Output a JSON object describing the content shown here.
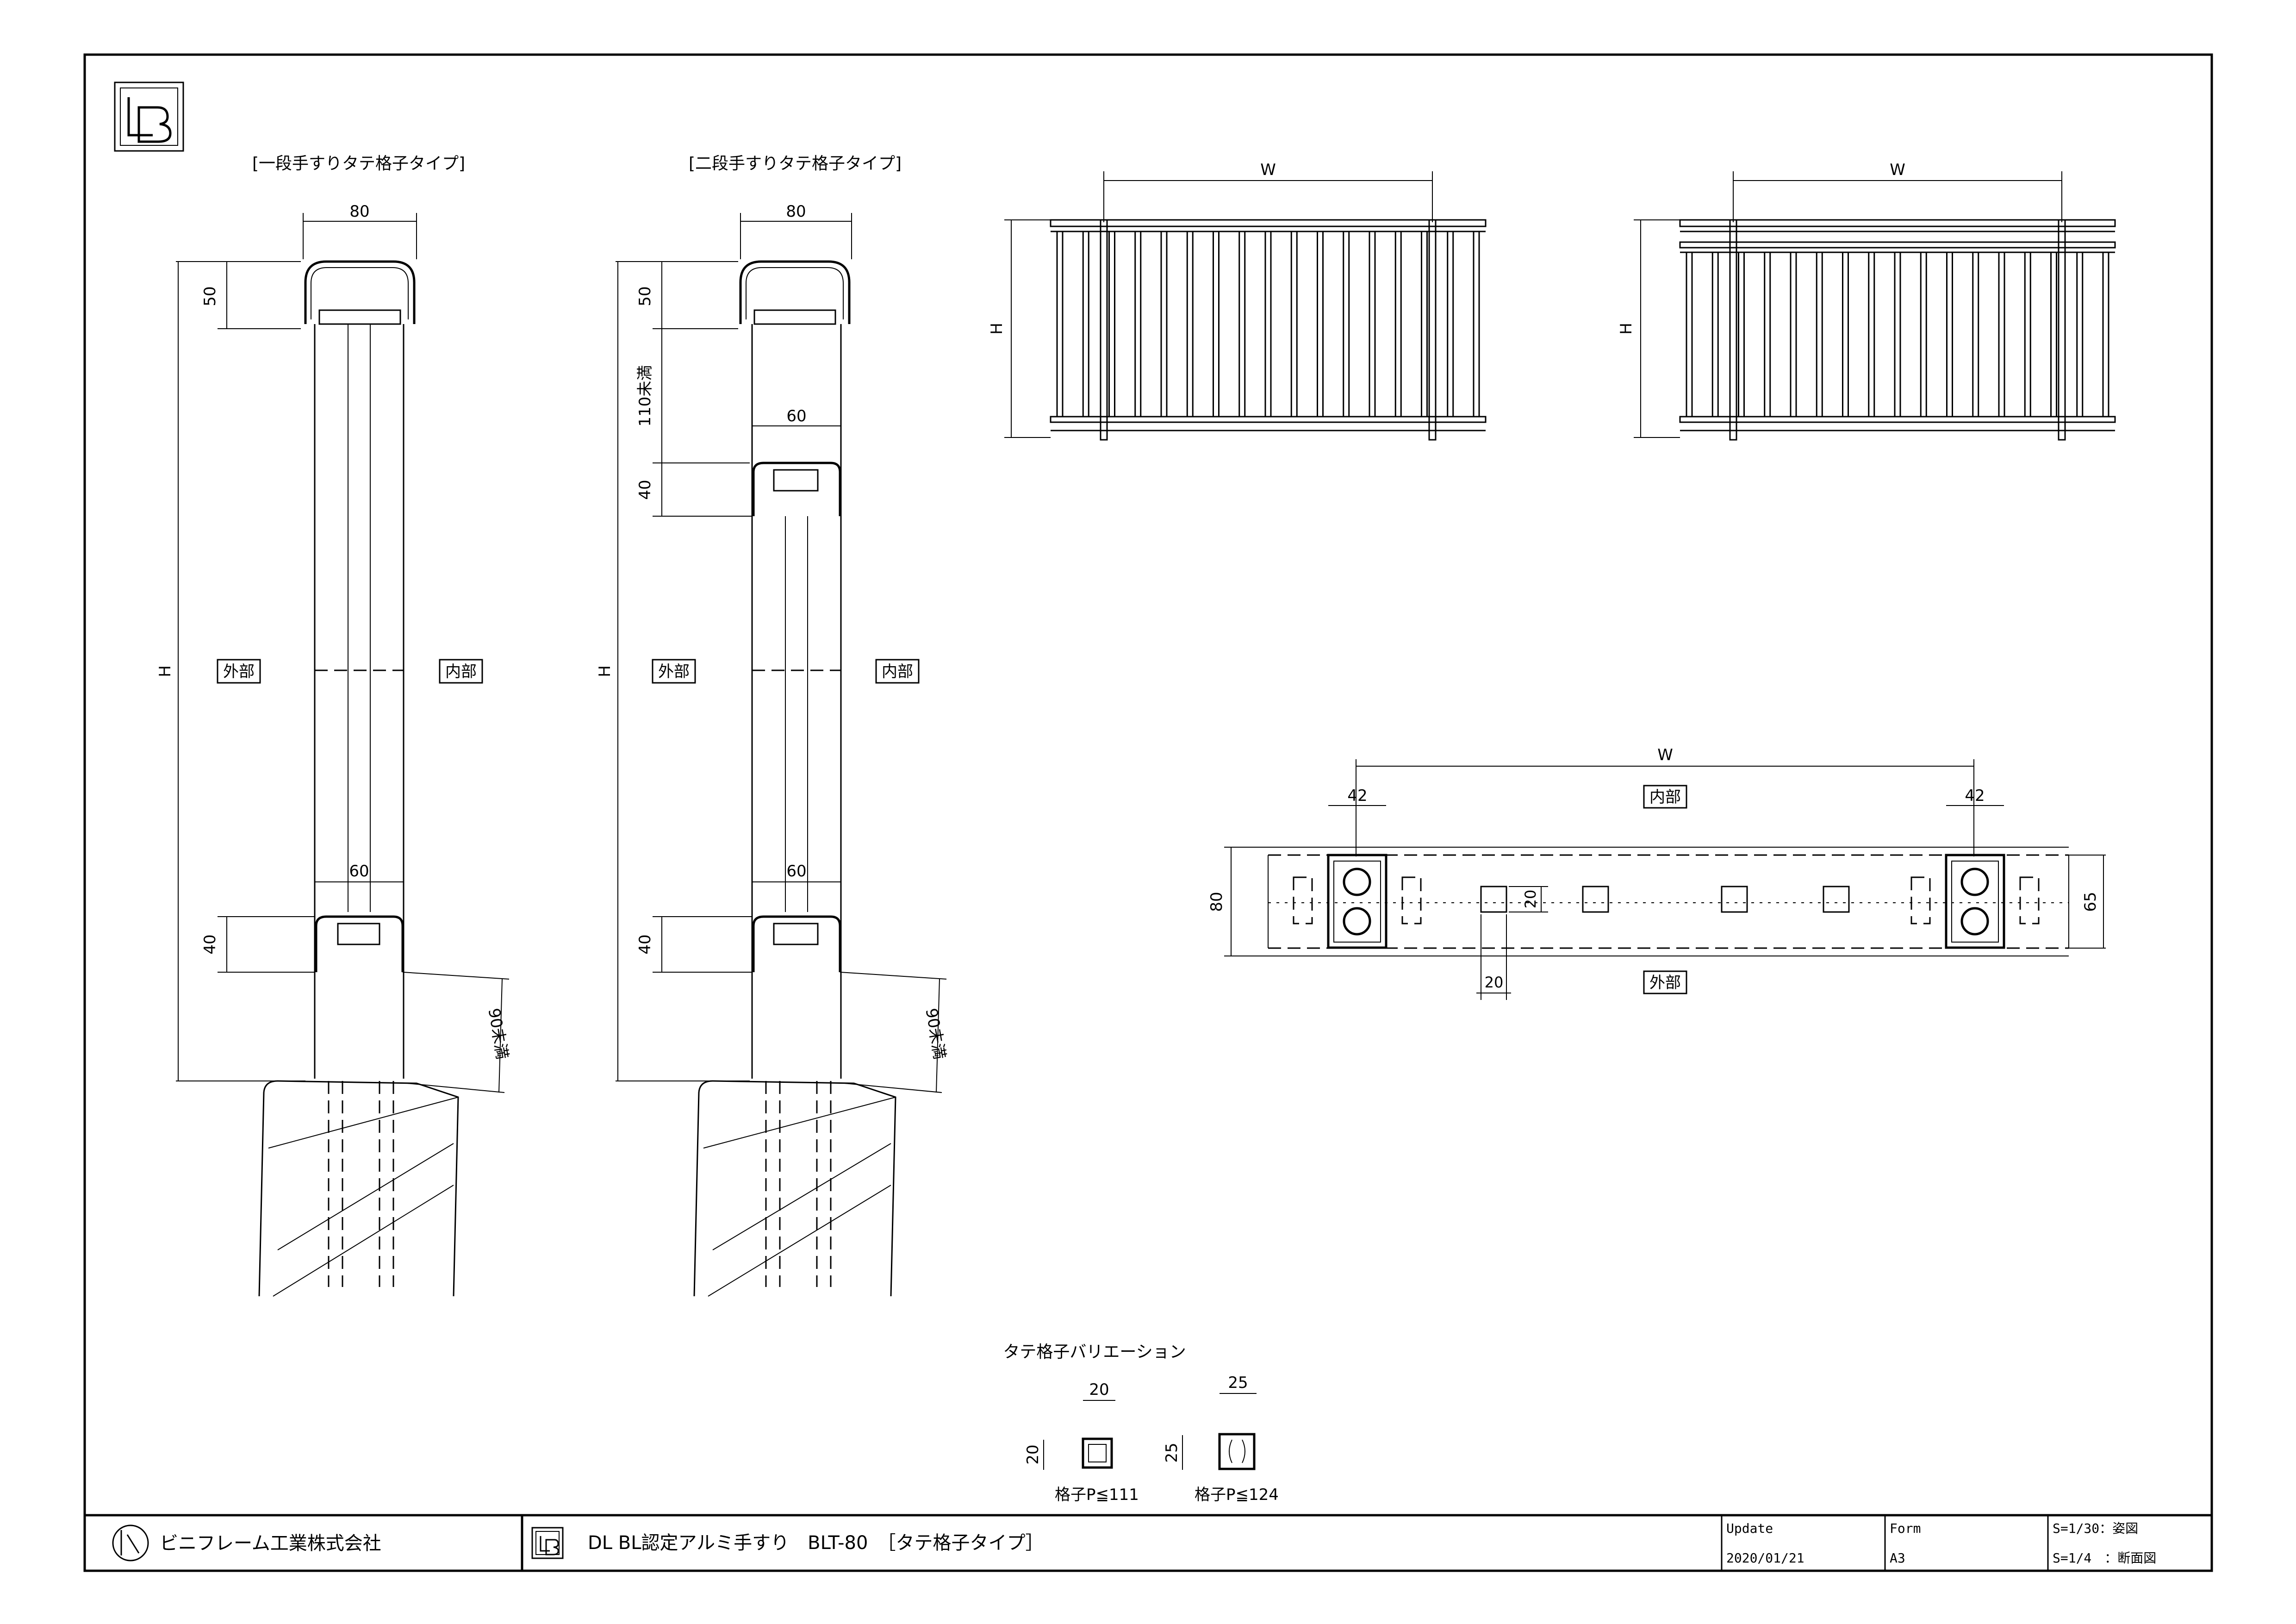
{
  "drawing": {
    "left_section_title": "[一段手すりタテ格子タイプ]",
    "right_section_title": "[二段手すりタテ格子タイプ]",
    "variation_title": "タテ格子バリエーション",
    "labels": {
      "exterior": "外部",
      "interior": "内部",
      "height": "H",
      "width": "W"
    },
    "dimensions": {
      "top_rail_width": "80",
      "top_rail_height": "50",
      "mid_rail_width": "60",
      "mid_rail_height": "40",
      "bottom_rail_width": "60",
      "bottom_rail_height": "40",
      "gap_limit": "110未満",
      "bottom_gap_limit": "90未満",
      "post_width": "42",
      "plan_depth": "80",
      "plan_inner_depth": "65",
      "baluster_size": "20"
    },
    "variations": [
      {
        "size_w": "20",
        "size_h": "20",
        "pitch": "格子P≦111"
      },
      {
        "size_w": "25",
        "size_h": "25",
        "pitch": "格子P≦124"
      }
    ]
  },
  "title_block": {
    "company": "ビニフレーム工業株式会社",
    "product": "DL BL認定アルミ手すり　BLT-80　［タテ格子タイプ］",
    "update_label": "Update",
    "update_value": "2020/01/21",
    "form_label": "Form",
    "form_value": "A3",
    "scale_1": "S=1/30：姿図",
    "scale_2": "S=1/4　：断面図"
  },
  "logo": {
    "text": "LB",
    "name": "lb-logo-icon"
  }
}
